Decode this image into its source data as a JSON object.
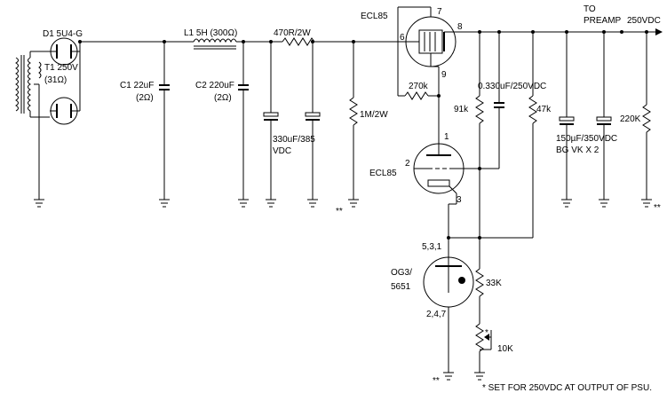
{
  "labels": {
    "d1": "D1 5U4-G",
    "t1_volts": "T1 250V",
    "t1_res": "(31Ω)",
    "l1": "L1 5H (300Ω)",
    "c1_val": "C1 22uF",
    "c1_res": "(2Ω)",
    "c2_val": "C2 220uF",
    "c2_res": "(2Ω)",
    "r_470": "470R/2W",
    "c_330_a": "330uF/385",
    "c_330_b": "VDC",
    "r_1m": "1M/2W",
    "star_star_1": "**",
    "ecl85_top": "ECL85",
    "pin6": "6",
    "pin7": "7",
    "pin8": "8",
    "pin9": "9",
    "r_270k": "270k",
    "r_91k": "91k",
    "c_330n": "0.330uF/250VDC",
    "r_47k": "47k",
    "to": "TO",
    "preamp": "PREAMP",
    "out_v": "250VDC",
    "c_150_a": "150µF/350VDC",
    "c_150_b": "BG VK  X 2",
    "r_220k": "220K",
    "star_star_2": "**",
    "ecl85_bot": "ECL85",
    "pin1": "1",
    "pin2": "2",
    "pin3": "3",
    "pins_531": "5,3,1",
    "og3_a": "OG3/",
    "og3_b": "5651",
    "pins_247": "2,4,7",
    "r_33k": "33K",
    "star_pot": "*",
    "r_10k": "10K",
    "star_star_3": "**",
    "note": "* SET FOR 250VDC AT OUTPUT OF PSU."
  }
}
